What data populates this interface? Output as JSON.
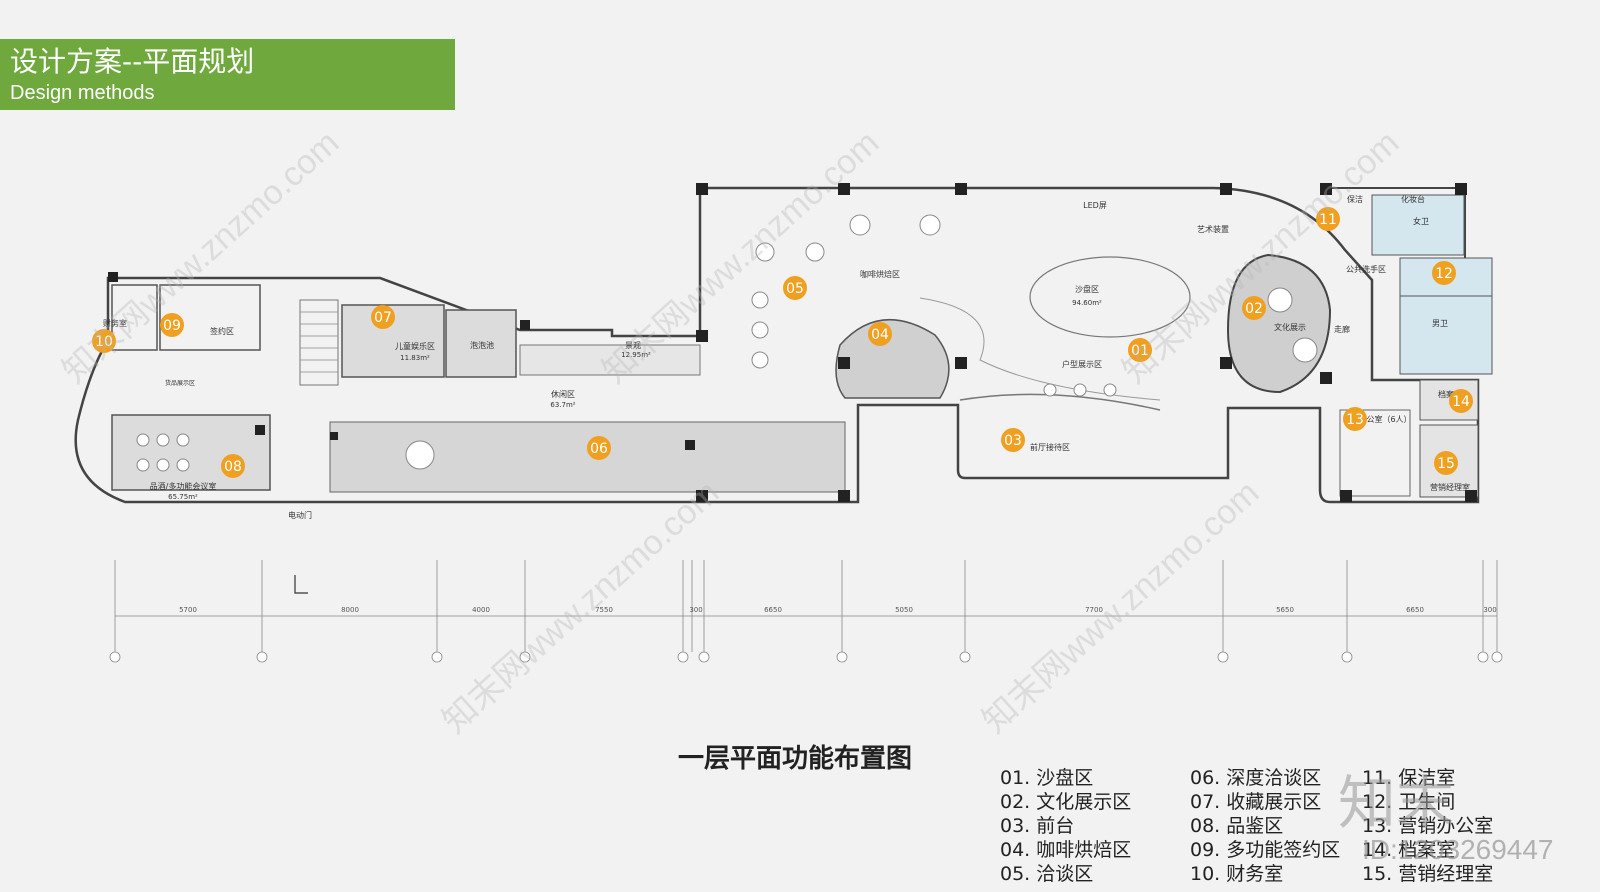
{
  "header": {
    "title": "设计方案--平面规划",
    "subtitle": "Design methods"
  },
  "plan_title": "一层平面功能布置图",
  "markers": [
    "01",
    "02",
    "03",
    "04",
    "05",
    "06",
    "07",
    "08",
    "09",
    "10",
    "11",
    "12",
    "13",
    "14",
    "15"
  ],
  "room_labels": {
    "sand_table": "沙盘区",
    "sand_table_area": "94.60m²",
    "cafe": "咖啡烘焙区",
    "led": "LED屏",
    "art_install": "艺术装置",
    "culture": "文化展示",
    "unit_display": "户型展示区",
    "reception": "前厅接待区",
    "lounge": "休闲区",
    "lounge_area": "63.7m²",
    "scenery": "景观",
    "scenery_area": "12.95m²",
    "kids": "儿童娱乐区",
    "kids_area": "11.83m²",
    "ball_pool": "泡泡池",
    "finance": "财务室",
    "signing": "签约区",
    "tasting": "品酒/多功能会议室",
    "tasting_area": "65.75m²",
    "door": "电动门",
    "cleaning": "保洁",
    "makeup": "化妆台",
    "female_wc": "女卫",
    "male_wc": "男卫",
    "public_wash": "公共洗手区",
    "corridor": "走廊",
    "office": "办公室（6人）",
    "archive": "档案室",
    "manager": "营销经理室",
    "storage": "货品展示区"
  },
  "dimensions": [
    "5700",
    "8000",
    "4000",
    "7550",
    "300",
    "6650",
    "5050",
    "7700",
    "5650",
    "6650",
    "300"
  ],
  "legend": {
    "col1": [
      "01.  沙盘区",
      "02.  文化展示区",
      "03.  前台",
      "04.  咖啡烘焙区",
      "05.  洽谈区"
    ],
    "col2": [
      "06.  深度洽谈区",
      "07.  收藏展示区",
      "08.  品鉴区",
      "09.  多功能签约区",
      "10.  财务室"
    ],
    "col3": [
      "11.  保洁室",
      "12.  卫生间",
      "13.  营销办公室",
      "14.  档案室",
      "15.  营销经理室"
    ]
  },
  "watermark": {
    "text": "知末网www.znzmo.com",
    "brand": "知末",
    "id": "ID:1203269447"
  },
  "colors": {
    "header_bg": "#6fa93d",
    "marker": "#f0a020",
    "zone_gray": "#d6d6d6",
    "toilet_blue": "#d4e6ee",
    "wall": "#333333"
  }
}
